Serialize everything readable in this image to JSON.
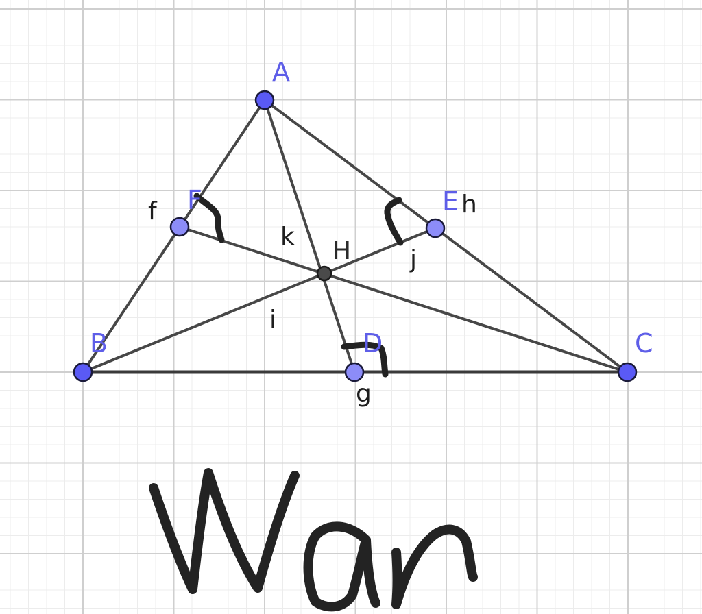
{
  "points": {
    "A": "A",
    "B": "B",
    "C": "C",
    "D": "D",
    "E": "E",
    "F": "F",
    "H": "H"
  },
  "line_labels": {
    "f": "f",
    "g": "g",
    "h": "h",
    "i": "i",
    "j": "j",
    "k": "k"
  },
  "handwritten_text": "Wan",
  "colors": {
    "main_point": "#5a5af5",
    "foot_point": "#8c8cf8",
    "label": "#5e5ee8",
    "segment": "#474747",
    "ink": "#232323",
    "grid_major": "#cfcfcf",
    "grid_minor": "#ececec"
  }
}
